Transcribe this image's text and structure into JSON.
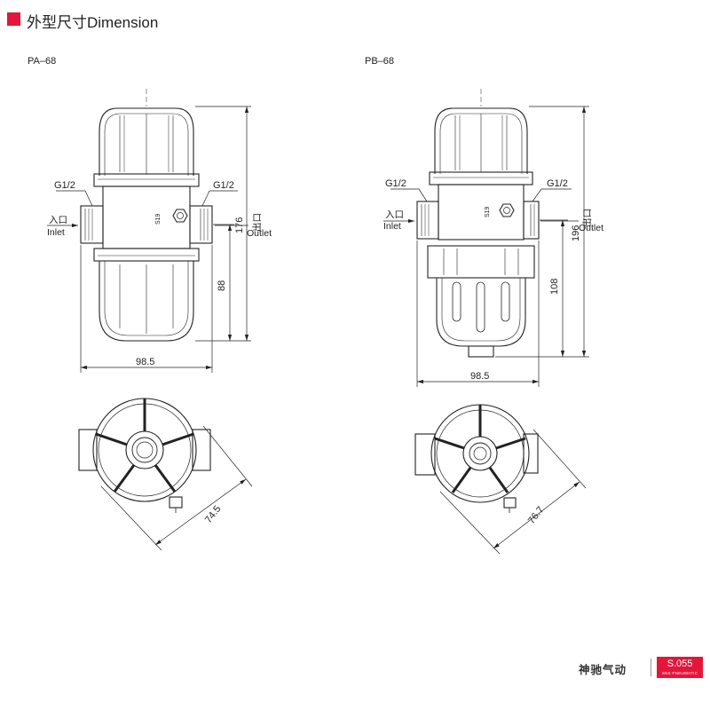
{
  "header": {
    "title": "外型尺寸Dimension",
    "accent_color": "#e5153b"
  },
  "models": {
    "pa": {
      "name": "PA–68",
      "port_left": "G1/2",
      "port_right": "G1/2",
      "inlet_cn": "入口",
      "inlet_en": "Inlet",
      "outlet_cn": "出口",
      "outlet_en": "Outlet",
      "wrench": "S19",
      "dim_height": "176",
      "dim_lower": "88",
      "dim_width": "98.5",
      "dim_diagonal": "74.5"
    },
    "pb": {
      "name": "PB–68",
      "port_left": "G1/2",
      "port_right": "G1/2",
      "inlet_cn": "入口",
      "inlet_en": "Inlet",
      "outlet_cn": "出口",
      "outlet_en": "Outlet",
      "wrench": "S19",
      "dim_height": "196",
      "dim_lower": "108",
      "dim_width": "98.5",
      "dim_diagonal": "76.7"
    }
  },
  "footer": {
    "brand": "神驰气动",
    "code": "S.055",
    "sub": "SNS PNEUMATIC"
  }
}
